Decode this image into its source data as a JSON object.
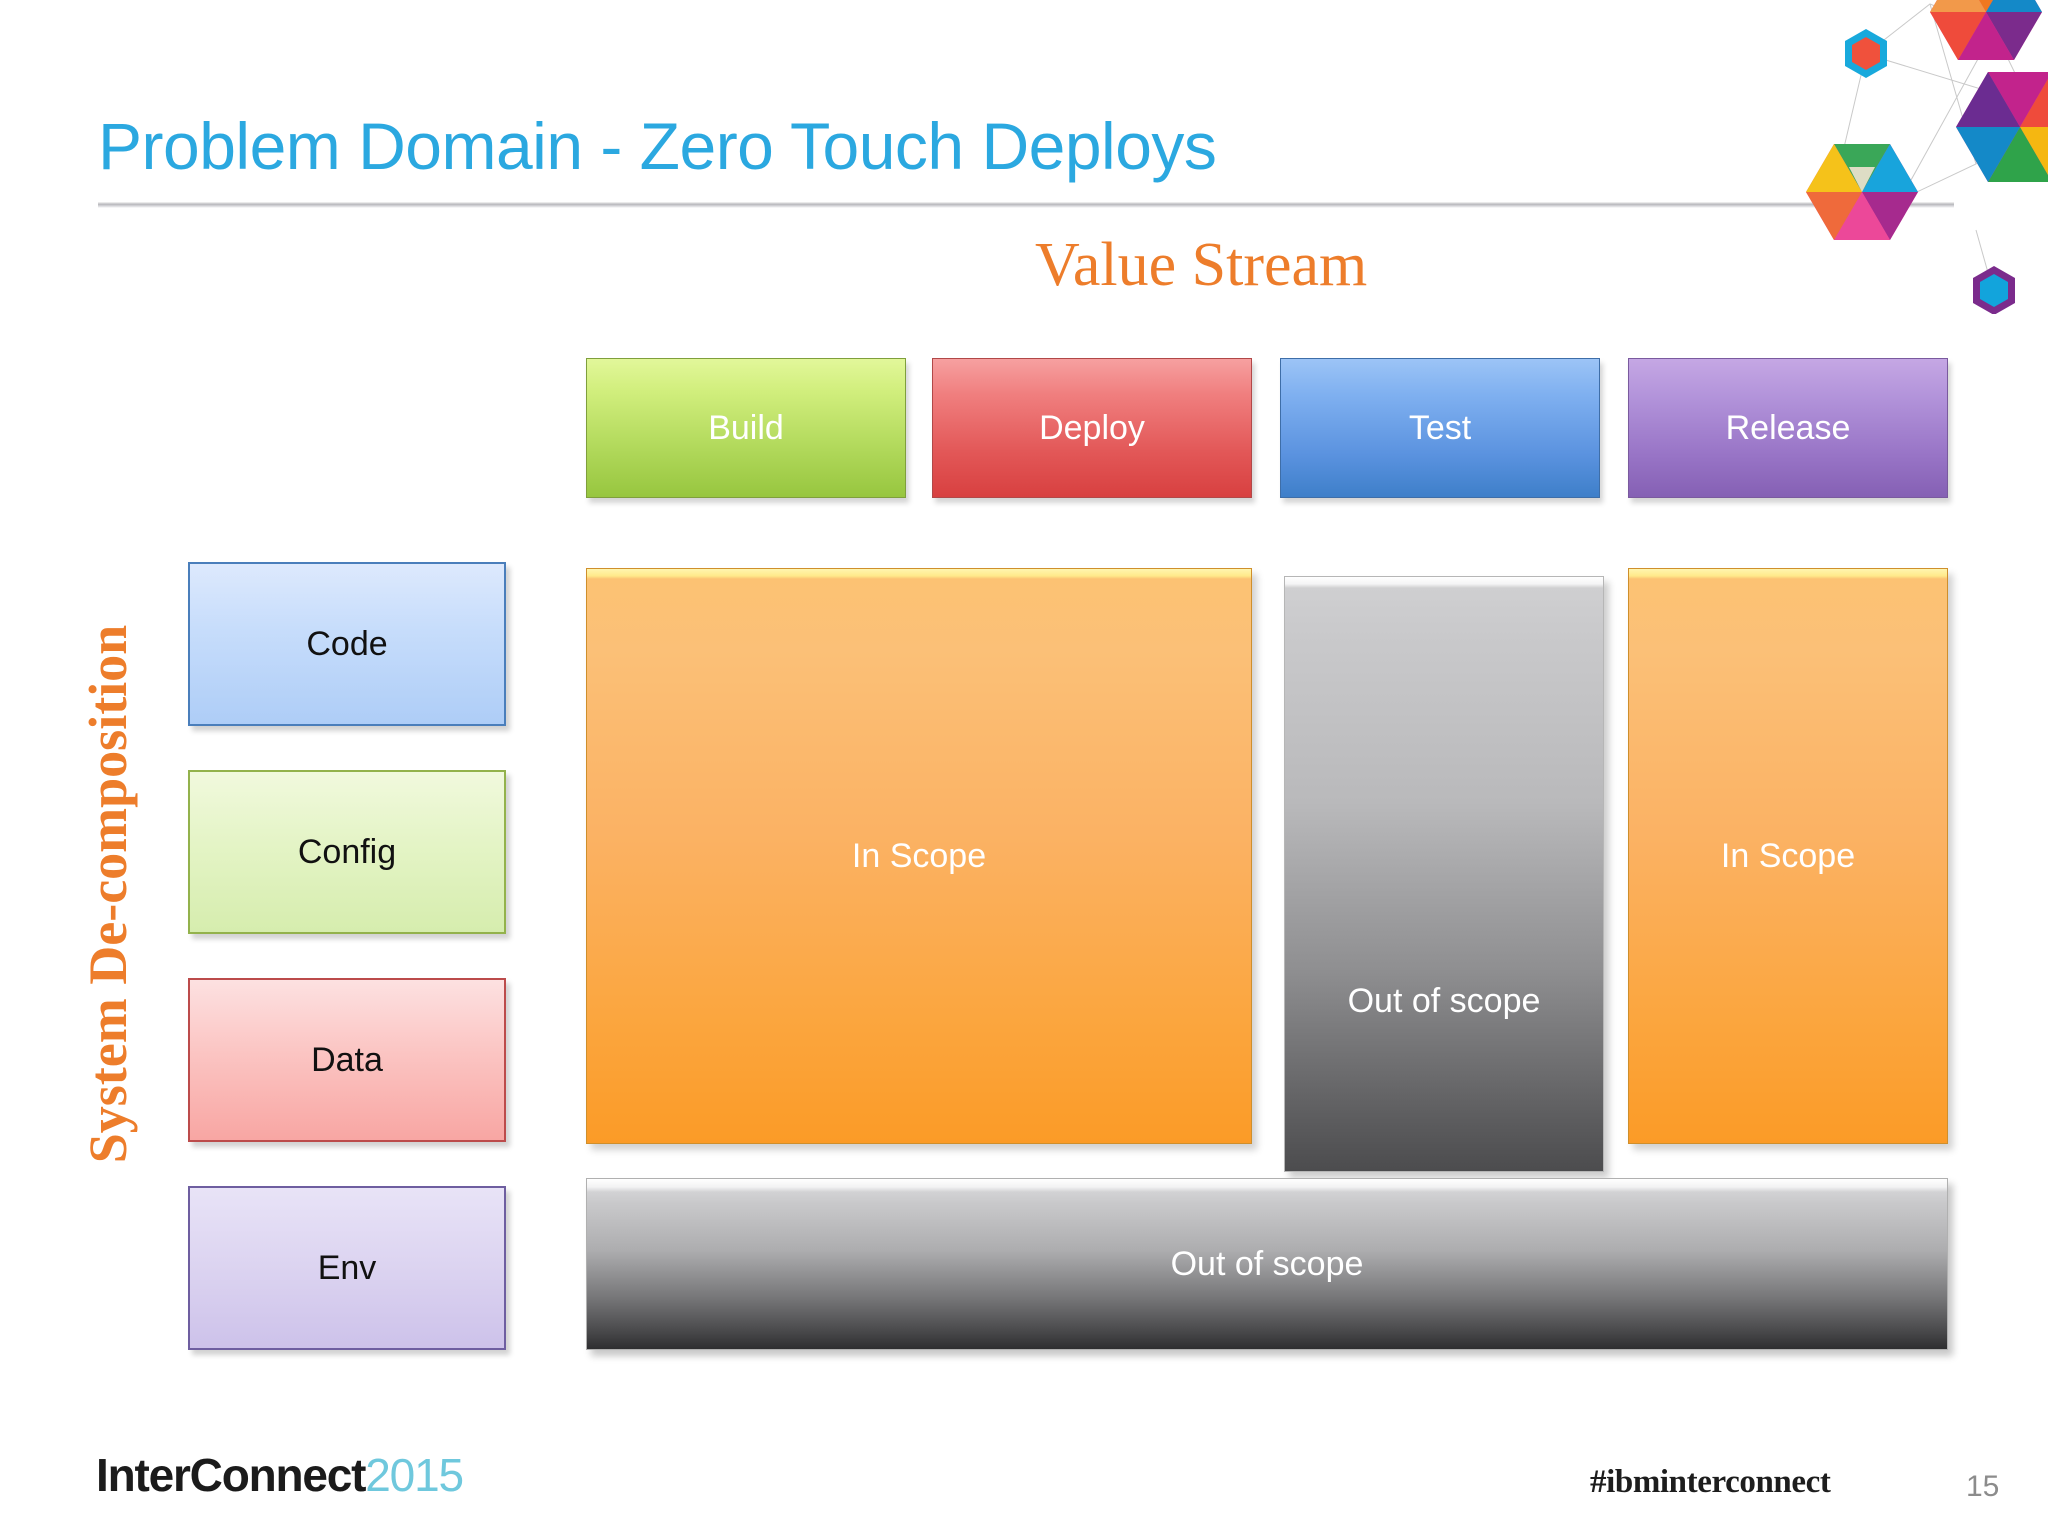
{
  "slide": {
    "title": "Problem Domain - Zero Touch Deploys",
    "page_number": "15",
    "title_color": "#2BA8E0",
    "accent_color": "#ED7D2B"
  },
  "axes": {
    "horizontal_label": "Value Stream",
    "vertical_label": "System De-composition"
  },
  "value_stream_stages": [
    {
      "label": "Build",
      "color": "#b3da5d"
    },
    {
      "label": "Deploy",
      "color": "#e25757"
    },
    {
      "label": "Test",
      "color": "#5a92df"
    },
    {
      "label": "Release",
      "color": "#9874c6"
    }
  ],
  "decomposition_layers": [
    {
      "label": "Code",
      "color": "#aecdf7"
    },
    {
      "label": "Config",
      "color": "#d6edae"
    },
    {
      "label": "Data",
      "color": "#f8a6a3"
    },
    {
      "label": "Env",
      "color": "#cdc2ea"
    }
  ],
  "scope_regions": [
    {
      "label": "In Scope",
      "status": "in",
      "color": "#fba63f",
      "covers": "Build + Deploy"
    },
    {
      "label": "Out of scope",
      "status": "out",
      "color": "#8f8f91",
      "covers": "Test"
    },
    {
      "label": "In Scope",
      "status": "in",
      "color": "#fba63f",
      "covers": "Release"
    },
    {
      "label": "Out of scope",
      "status": "out",
      "color": "#767678",
      "covers": "Env"
    }
  ],
  "footer": {
    "brand_name": "InterConnect",
    "brand_year": "2015",
    "hashtag": "#ibminterconnect"
  }
}
